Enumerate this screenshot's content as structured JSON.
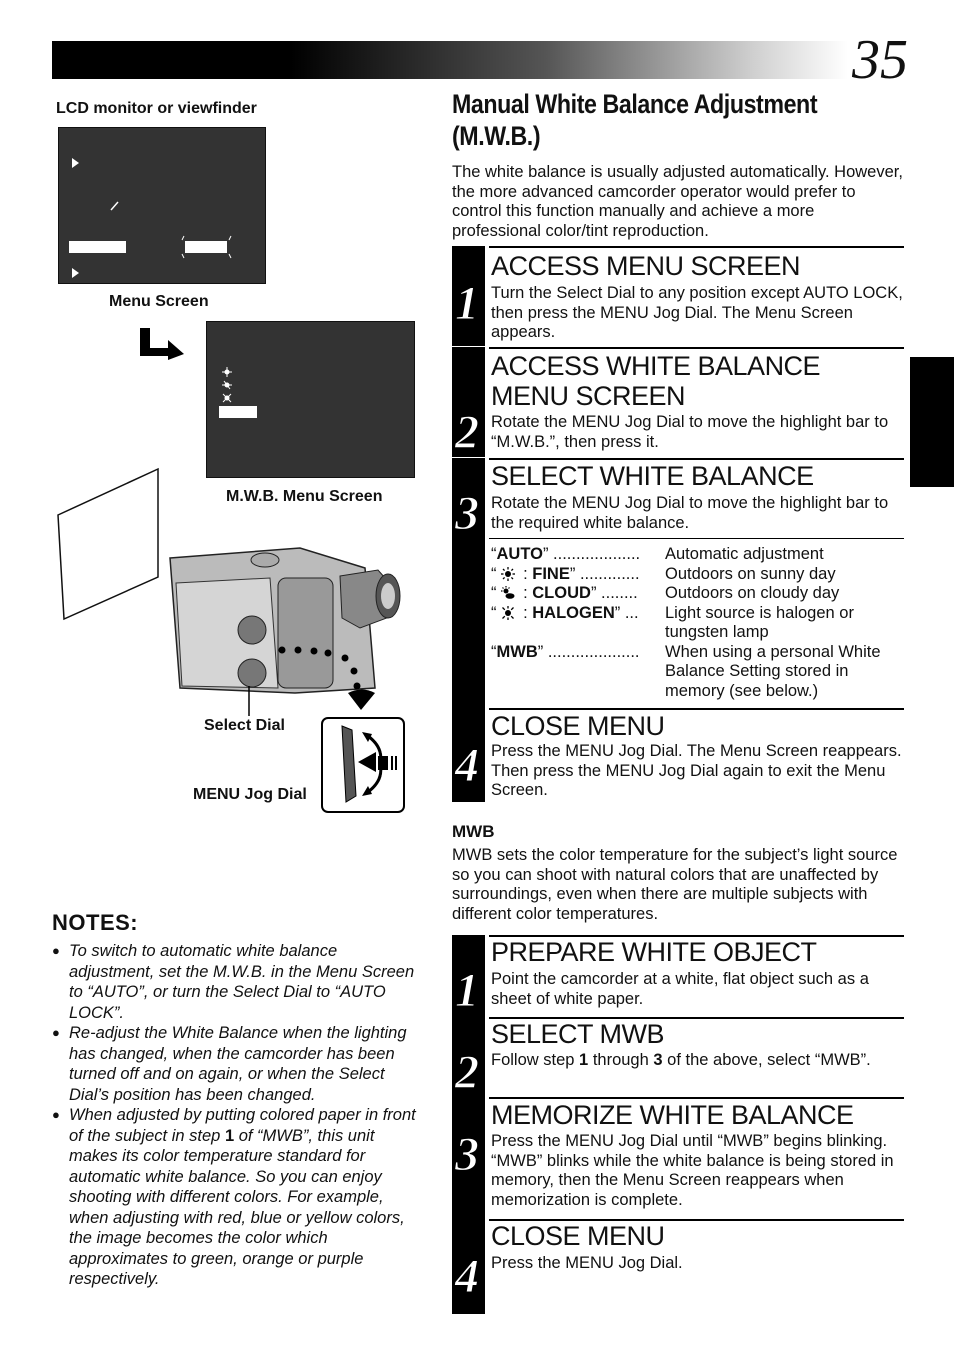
{
  "page_number": "35",
  "figure": {
    "lcd_caption": "LCD monitor or viewfinder",
    "menu_screen_caption": "Menu Screen",
    "mwb_screen_caption": "M.W.B. Menu Screen",
    "select_dial_label": "Select Dial",
    "menu_jog_label": "MENU Jog Dial"
  },
  "section": {
    "title": "Manual White Balance Adjustment (M.W.B.)",
    "intro": "The white balance is usually adjusted automatically. However, the more advanced camcorder operator would prefer to control this function manually and achieve a more professional color/tint reproduction."
  },
  "steps_a": [
    {
      "num": "1",
      "heading": "ACCESS MENU SCREEN",
      "body": "Turn the Select Dial to any position except AUTO LOCK, then press the MENU Jog Dial. The Menu Screen appears."
    },
    {
      "num": "2",
      "heading": "ACCESS WHITE BALANCE MENU SCREEN",
      "body": "Rotate the MENU Jog Dial to move the highlight bar to “M.W.B.”, then press it."
    },
    {
      "num": "3",
      "heading": "SELECT WHITE BALANCE",
      "body": "Rotate the MENU Jog Dial to move the highlight bar to the required white balance."
    },
    {
      "num": "4",
      "heading": "CLOSE MENU",
      "body": "Press the MENU Jog Dial. The Menu Screen reappears. Then press the MENU Jog Dial again to exit the Menu Screen."
    }
  ],
  "wb_options": [
    {
      "name": "AUTO",
      "dots": " ...................",
      "desc": "Automatic adjustment",
      "icon": ""
    },
    {
      "name": "FINE",
      "dots": " .............",
      "desc": "Outdoors on sunny day",
      "icon": "sun-icon"
    },
    {
      "name": "CLOUD",
      "dots": " ........",
      "desc": "Outdoors on cloudy day",
      "icon": "cloud-sun-icon"
    },
    {
      "name": "HALOGEN",
      "dots": " ...",
      "desc": "Light source is halogen or tungsten lamp",
      "icon": "halogen-icon"
    },
    {
      "name": "MWB",
      "dots": " ....................",
      "desc": "When using a personal White Balance Setting stored in memory (see below.)",
      "icon": ""
    }
  ],
  "mwb": {
    "heading": "MWB",
    "body": "MWB sets the color temperature for the subject’s light source so you can shoot with natural colors that are unaffected by surroundings, even when there are multiple subjects with different color temperatures."
  },
  "steps_b": [
    {
      "num": "1",
      "heading": "PREPARE WHITE OBJECT",
      "body": "Point the camcorder at a white, flat object such as a sheet of white paper."
    },
    {
      "num": "2",
      "heading": "SELECT MWB",
      "body_pre": "Follow step ",
      "b1": "1",
      "body_mid": " through ",
      "b2": "3",
      "body_post": " of the above, select “MWB”."
    },
    {
      "num": "3",
      "heading": "MEMORIZE WHITE BALANCE",
      "body": "Press the MENU Jog Dial until “MWB” begins blinking. “MWB” blinks while the white balance is being stored in memory, then the Menu Screen reappears when memorization is complete."
    },
    {
      "num": "4",
      "heading": "CLOSE MENU",
      "body": "Press the MENU Jog Dial."
    }
  ],
  "notes": {
    "heading": "NOTES:",
    "bullet": "●",
    "items": [
      {
        "text": "To switch to automatic white balance adjustment, set the M.W.B. in the Menu Screen to “AUTO”, or turn the Select Dial to “AUTO LOCK”."
      },
      {
        "text": "Re-adjust the White Balance when the lighting has changed, when the camcorder has been turned off and on again, or when the Select Dial’s position has been changed."
      },
      {
        "pre": "When adjusted by putting colored paper in front of the subject in step ",
        "bold": "1",
        "post": " of “MWB”, this unit makes its color temperature standard for automatic white balance. So you can enjoy shooting with different colors. For example, when adjusting with red, blue or yellow colors, the image becomes the color which approximates to green, orange or purple respectively."
      }
    ]
  }
}
